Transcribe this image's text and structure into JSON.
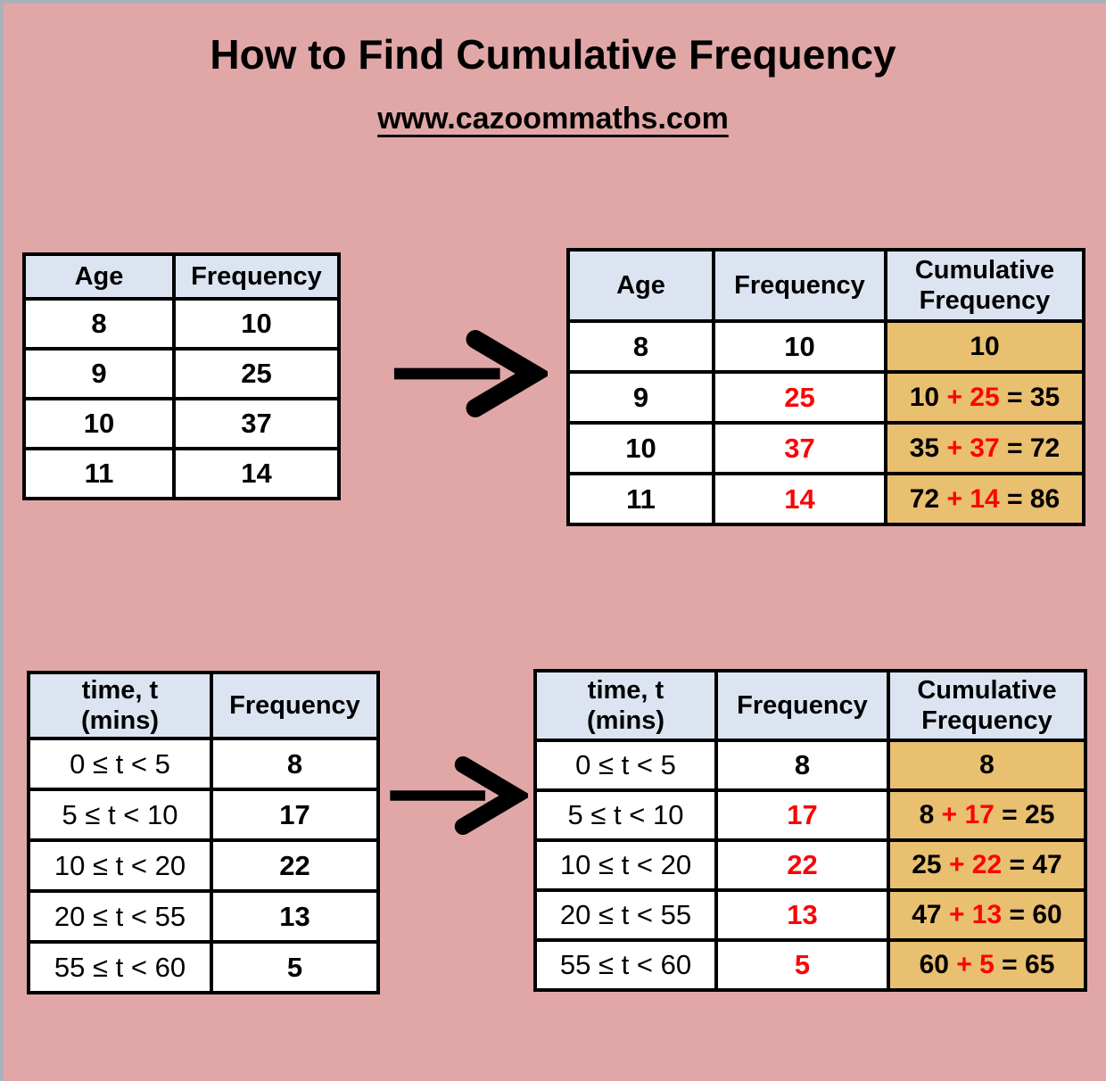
{
  "page": {
    "title": "How to Find Cumulative Frequency",
    "website": "www.cazoommaths.com"
  },
  "colors": {
    "background": "#e1a7a7",
    "edge": "#a9b2ba",
    "table_header_fill": "#dce4f2",
    "highlight_fill": "#e9bf70",
    "accent_red": "#fa0505",
    "text": "#000000"
  },
  "icons": {
    "transform_arrow": "arrow-right"
  },
  "tables": {
    "age": {
      "headers": [
        "Age",
        "Frequency"
      ],
      "rows": [
        [
          "8",
          "10"
        ],
        [
          "9",
          "25"
        ],
        [
          "10",
          "37"
        ],
        [
          "11",
          "14"
        ]
      ]
    },
    "age_cumulative": {
      "headers": [
        "Age",
        "Frequency",
        "Cumulative Frequency"
      ],
      "rows": [
        {
          "label": "8",
          "frequency": {
            "text": "10",
            "red": false
          },
          "cumulative": [
            {
              "text": "10",
              "red": false
            }
          ]
        },
        {
          "label": "9",
          "frequency": {
            "text": "25",
            "red": true
          },
          "cumulative": [
            {
              "text": "10 ",
              "red": false
            },
            {
              "text": "+ 25",
              "red": true
            },
            {
              "text": " = 35",
              "red": false
            }
          ]
        },
        {
          "label": "10",
          "frequency": {
            "text": "37",
            "red": true
          },
          "cumulative": [
            {
              "text": "35 ",
              "red": false
            },
            {
              "text": "+ 37",
              "red": true
            },
            {
              "text": " = 72",
              "red": false
            }
          ]
        },
        {
          "label": "11",
          "frequency": {
            "text": "14",
            "red": true
          },
          "cumulative": [
            {
              "text": "72 ",
              "red": false
            },
            {
              "text": "+ 14",
              "red": true
            },
            {
              "text": " = 86",
              "red": false
            }
          ]
        }
      ]
    },
    "time": {
      "headers": [
        "time, t\n(mins)",
        "Frequency"
      ],
      "rows": [
        [
          "0 ≤ t < 5",
          "8"
        ],
        [
          "5 ≤ t < 10",
          "17"
        ],
        [
          "10 ≤ t < 20",
          "22"
        ],
        [
          "20 ≤ t < 55",
          "13"
        ],
        [
          "55 ≤ t < 60",
          "5"
        ]
      ]
    },
    "time_cumulative": {
      "headers": [
        "time, t\n(mins)",
        "Frequency",
        "Cumulative Frequency"
      ],
      "rows": [
        {
          "label": "0 ≤ t < 5",
          "frequency": {
            "text": "8",
            "red": false
          },
          "cumulative": [
            {
              "text": "8",
              "red": false
            }
          ]
        },
        {
          "label": "5 ≤ t < 10",
          "frequency": {
            "text": "17",
            "red": true
          },
          "cumulative": [
            {
              "text": "8 ",
              "red": false
            },
            {
              "text": "+ 17",
              "red": true
            },
            {
              "text": " = 25",
              "red": false
            }
          ]
        },
        {
          "label": "10 ≤ t < 20",
          "frequency": {
            "text": "22",
            "red": true
          },
          "cumulative": [
            {
              "text": "25 ",
              "red": false
            },
            {
              "text": "+ 22",
              "red": true
            },
            {
              "text": " = 47",
              "red": false
            }
          ]
        },
        {
          "label": "20 ≤ t < 55",
          "frequency": {
            "text": "13",
            "red": true
          },
          "cumulative": [
            {
              "text": "47 ",
              "red": false
            },
            {
              "text": "+ 13",
              "red": true
            },
            {
              "text": " = 60",
              "red": false
            }
          ]
        },
        {
          "label": "55 ≤ t < 60",
          "frequency": {
            "text": "5",
            "red": true
          },
          "cumulative": [
            {
              "text": "60 ",
              "red": false
            },
            {
              "text": "+ 5",
              "red": true
            },
            {
              "text": " = 65",
              "red": false
            }
          ]
        }
      ]
    }
  }
}
